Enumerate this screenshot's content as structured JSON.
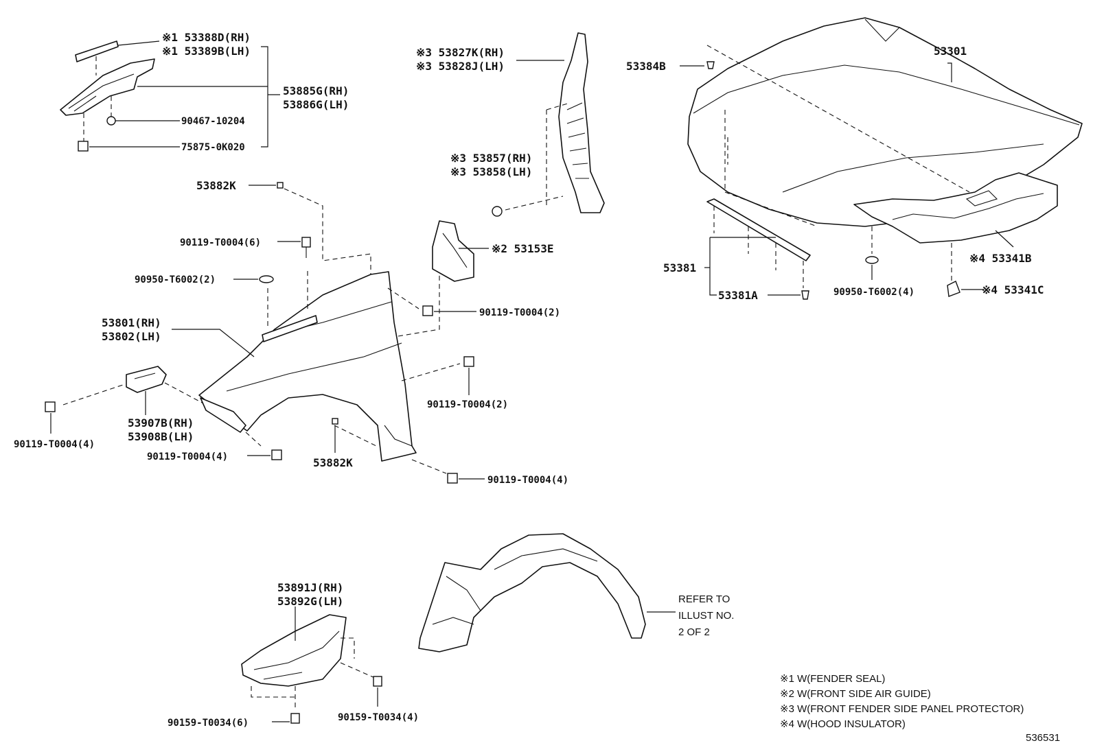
{
  "callouts": {
    "c53388D": "※1 53388D(RH)",
    "c53389B": "※1 53389B(LH)",
    "c53885G": "53885G(RH)",
    "c53886G": "53886G(LH)",
    "c90467": "90467-10204",
    "c75875": "75875-0K020",
    "c53882K_a": "53882K",
    "c90119_6": "90119-T0004(6)",
    "c90950_2": "90950-T6002(2)",
    "c53801": "53801(RH)",
    "c53802": "53802(LH)",
    "c90119_4a": "90119-T0004(4)",
    "c53907B": "53907B(RH)",
    "c53908B": "53908B(LH)",
    "c90119_4b": "90119-T0004(4)",
    "c53882K_b": "53882K",
    "c90119_4c": "90119-T0004(4)",
    "c90119_2a": "90119-T0004(2)",
    "c90119_2b": "90119-T0004(2)",
    "c53153E": "※2 53153E",
    "c53827K": "※3 53827K(RH)",
    "c53828J": "※3 53828J(LH)",
    "c53857": "※3 53857(RH)",
    "c53858": "※3 53858(LH)",
    "c53384B": "53384B",
    "c53301": "53301",
    "c53381": "53381",
    "c53381A": "53381A",
    "c90950_4": "90950-T6002(4)",
    "c53341B": "※4 53341B",
    "c53341C": "※4 53341C",
    "c53891J": "53891J(RH)",
    "c53892G": "53892G(LH)",
    "c90159_6": "90159-T0034(6)",
    "c90159_4": "90159-T0034(4)"
  },
  "refer": {
    "line1": "REFER TO",
    "line2": "ILLUST NO.",
    "line3": "2 OF 2"
  },
  "legend": {
    "n1": "※1 W(FENDER SEAL)",
    "n2": "※2 W(FRONT SIDE AIR GUIDE)",
    "n3": "※3 W(FRONT FENDER SIDE PANEL PROTECTOR)",
    "n4": "※4 W(HOOD INSULATOR)"
  },
  "illustration_id": "536531"
}
